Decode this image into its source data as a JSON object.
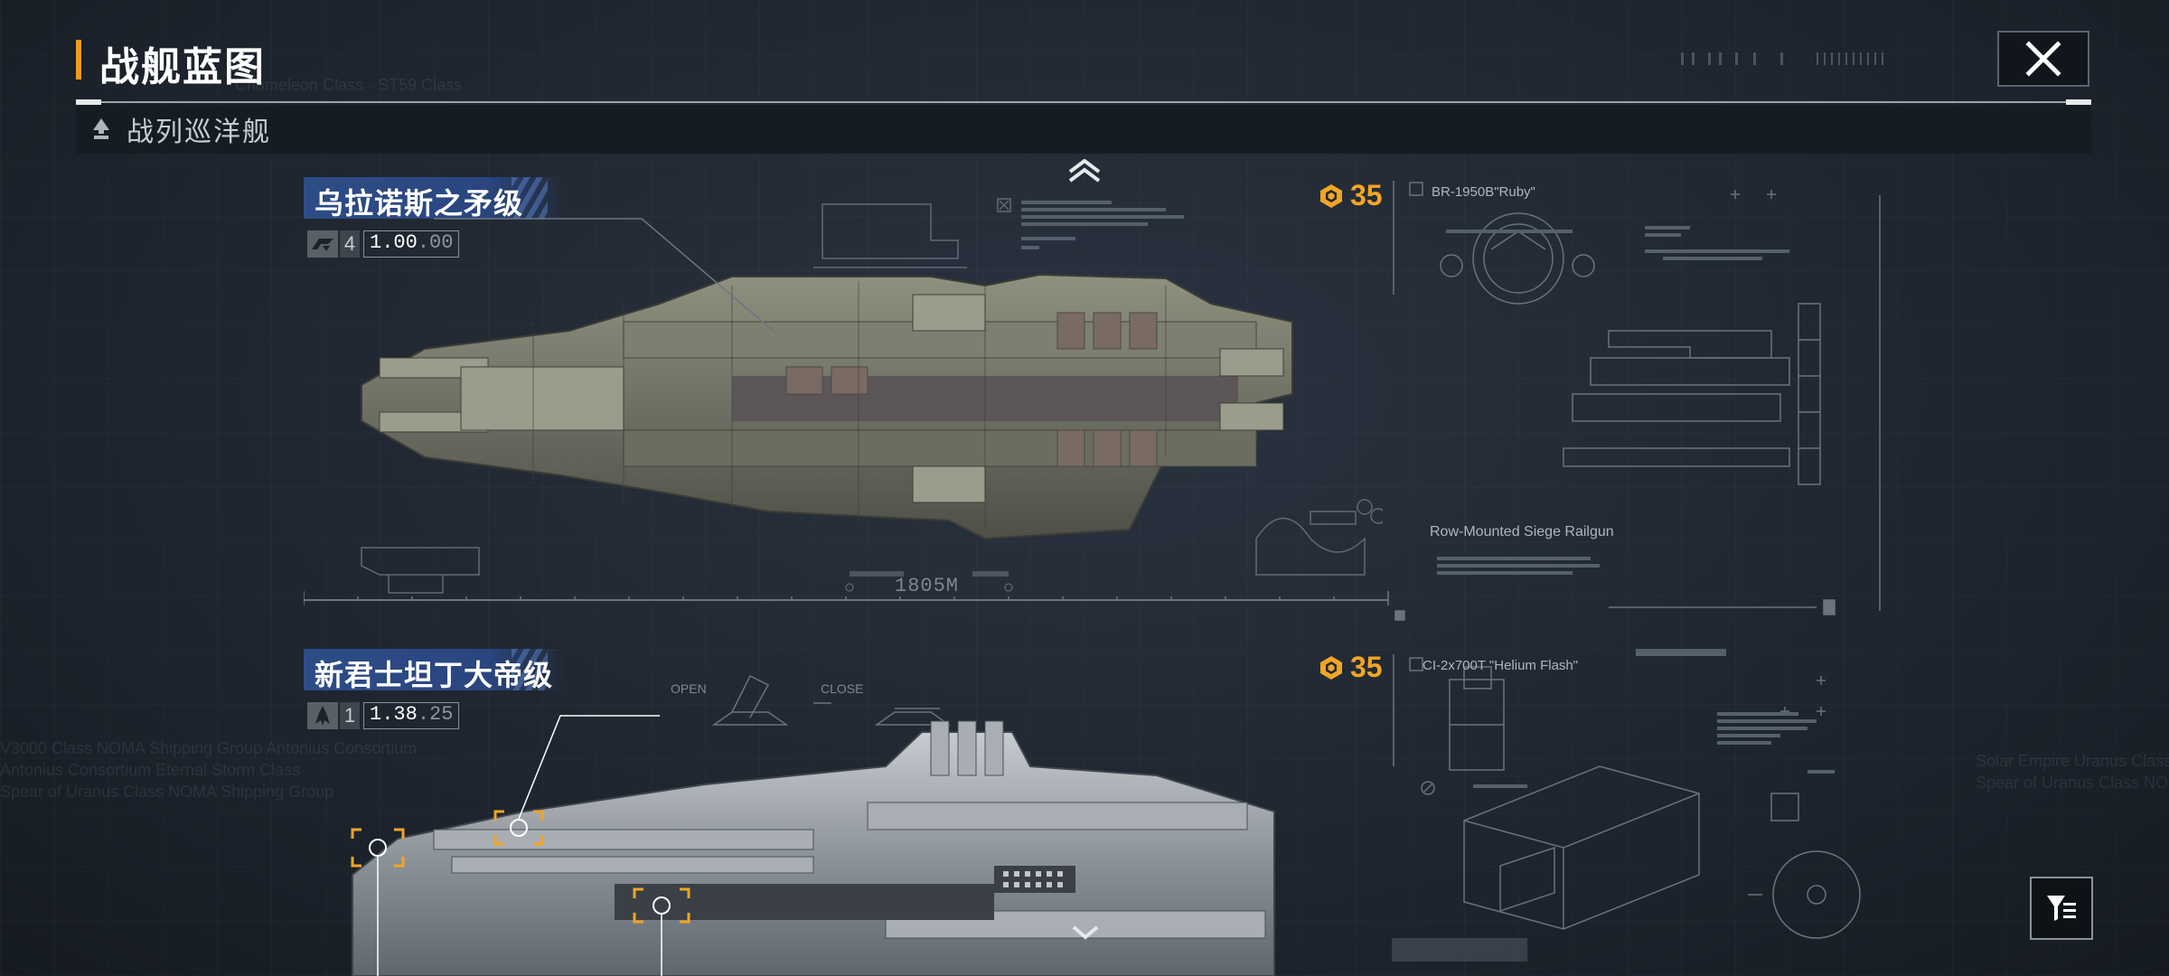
{
  "header": {
    "title": "战舰蓝图",
    "close_icon": "close-icon"
  },
  "category": {
    "label": "战列巡洋舰",
    "icon": "ship-class-icon"
  },
  "background_text": {
    "ghost1": "Chameleon Class · ST59 Class",
    "ghost2": "V3000 Class NOMA Shipping Group Antonius Consortium",
    "ghost3": "Antonius Consortium Eternal Storm Class",
    "ghost4": "Spear of Uranus Class NOMA Shipping Group",
    "ghost5": "Solar Empire Uranus Class",
    "ghost6": "Spear of Uranus Class NOMA"
  },
  "ships": [
    {
      "name": "乌拉诺斯之矛级",
      "tier": "4",
      "stat_main": "1.00",
      "stat_dec": ".00",
      "cost": "35",
      "weapon": "BR-1950B\"Ruby\"",
      "module": "Row-Mounted Siege Railgun",
      "length": "1805M"
    },
    {
      "name": "新君士坦丁大帝级",
      "tier": "1",
      "stat_main": "1.38",
      "stat_dec": ".25",
      "cost": "35",
      "weapon": "CI-2x700T \"Helium Flash\"",
      "open_label": "OPEN",
      "close_label": "CLOSE"
    }
  ],
  "colors": {
    "accent_orange": "#f29a1e",
    "cost_gold": "#f2a525",
    "name_blue": "#2d4c86",
    "background": "#1f2732"
  }
}
